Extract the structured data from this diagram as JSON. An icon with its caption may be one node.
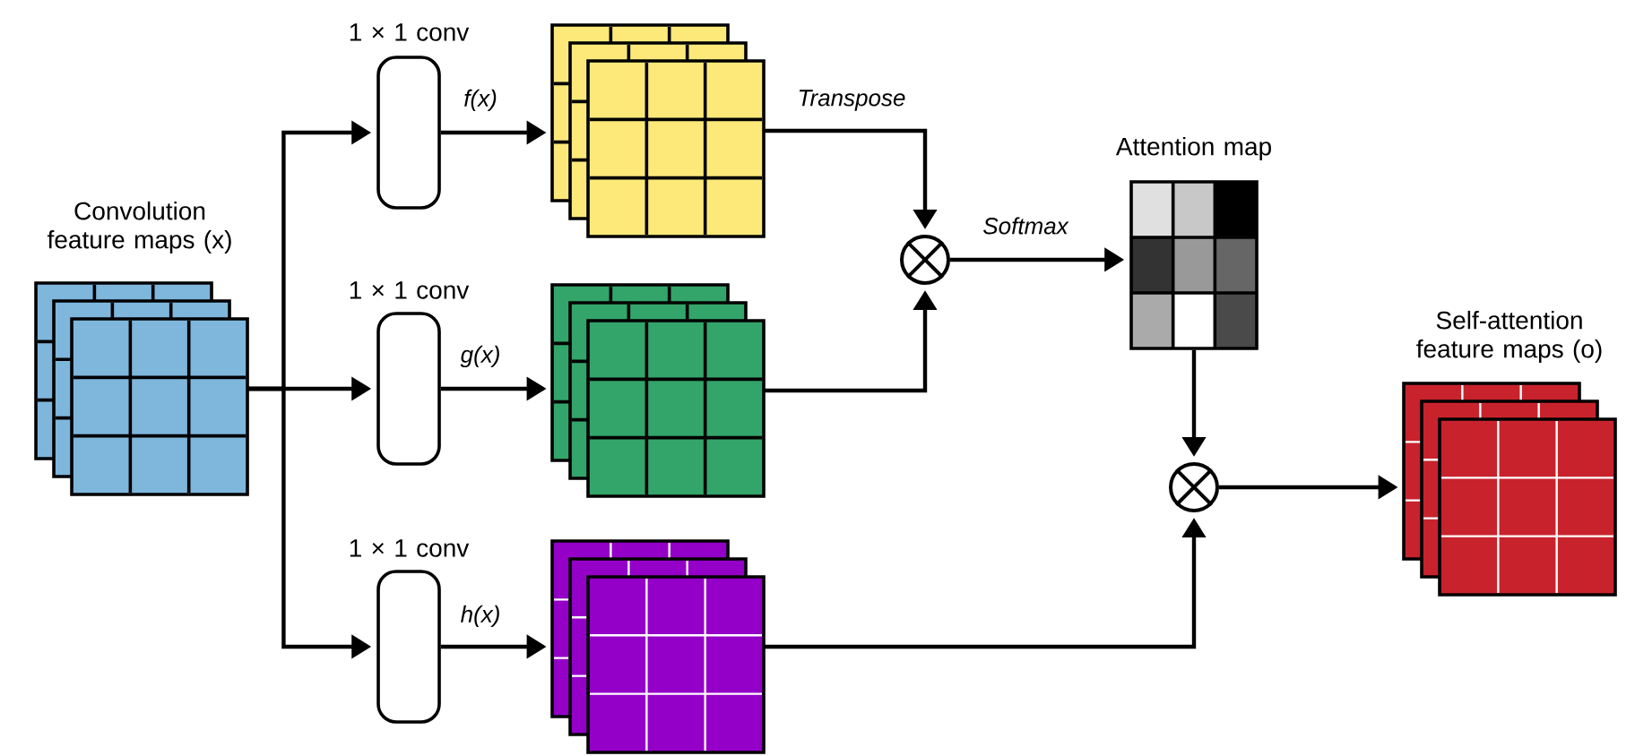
{
  "diagram": {
    "nodes": [
      {
        "text": [
          "Convolution feature maps (x)"
        ]
      },
      {
        "text": [
          "1 × 1 conv"
        ]
      },
      {
        "text": [
          "1 × 1 conv"
        ]
      },
      {
        "text": [
          "1 × 1 conv"
        ]
      },
      {
        "text": [],
        "shape": "box"
      },
      {
        "text": [],
        "shape": "box"
      },
      {
        "text": [],
        "shape": "box"
      },
      {
        "text": [],
        "shape": "circle"
      },
      {
        "text": [
          "Attention map"
        ]
      },
      {
        "text": [],
        "shape": "circle"
      },
      {
        "text": [
          "Self-attention feature maps (o)"
        ]
      }
    ],
    "edges": [
      {
        "from": 0,
        "to": 1,
        "arrow": "to"
      },
      {
        "from": 0,
        "to": 2,
        "arrow": "to"
      },
      {
        "from": 0,
        "to": 3,
        "arrow": "to"
      },
      {
        "from": 1,
        "to": 4,
        "arrow": "to",
        "label": "f(x)"
      },
      {
        "from": 2,
        "to": 5,
        "arrow": "to",
        "label": "g(x)"
      },
      {
        "from": 3,
        "to": 6,
        "arrow": "to",
        "label": "h(x)"
      },
      {
        "from": 4,
        "to": 7,
        "arrow": "to",
        "label": "Transpose"
      },
      {
        "from": 5,
        "to": 7,
        "arrow": "to"
      },
      {
        "from": 7,
        "to": 8,
        "arrow": "to",
        "label": "Softmax"
      },
      {
        "from": 8,
        "to": 9,
        "arrow": "to"
      },
      {
        "from": 6,
        "to": 9,
        "arrow": "to"
      },
      {
        "from": 9,
        "to": 10,
        "arrow": "to"
      }
    ]
  }
}
